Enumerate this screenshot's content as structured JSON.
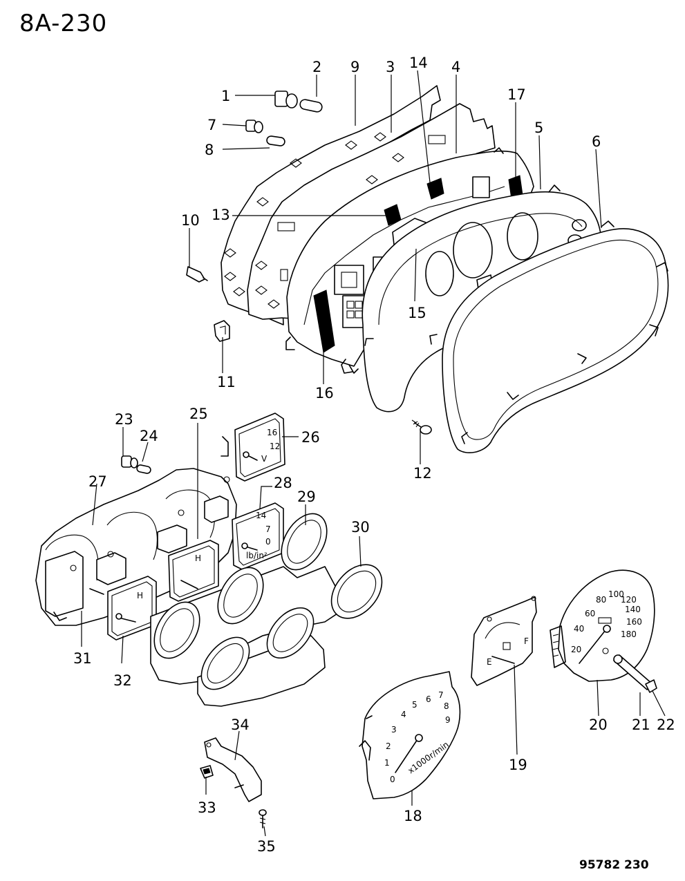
{
  "header": {
    "page_code": "8A-230"
  },
  "footer": {
    "catalog_code": "95782 230"
  },
  "callouts": [
    "1",
    "2",
    "3",
    "4",
    "5",
    "6",
    "7",
    "8",
    "9",
    "10",
    "11",
    "12",
    "13",
    "14",
    "15",
    "16",
    "17",
    "18",
    "19",
    "20",
    "21",
    "22",
    "23",
    "24",
    "25",
    "26",
    "27",
    "28",
    "29",
    "30",
    "31",
    "32",
    "33",
    "34",
    "35"
  ],
  "gauges": {
    "tachometer": {
      "ticks": [
        "0",
        "1",
        "2",
        "3",
        "4",
        "5",
        "6",
        "7",
        "8",
        "9"
      ],
      "unit": "x1000r/min"
    },
    "speedometer": {
      "ticks": [
        "20",
        "40",
        "60",
        "80",
        "100",
        "120",
        "140",
        "160",
        "180"
      ]
    },
    "fuel": {
      "ticks": [
        "E",
        "F"
      ]
    },
    "temperature": {
      "ticks": [
        "H"
      ]
    },
    "voltmeter": {
      "ticks": [
        "16",
        "12",
        "V"
      ]
    },
    "oil_pressure": {
      "ticks": [
        "14",
        "7",
        "0",
        "lb/in²"
      ]
    }
  }
}
